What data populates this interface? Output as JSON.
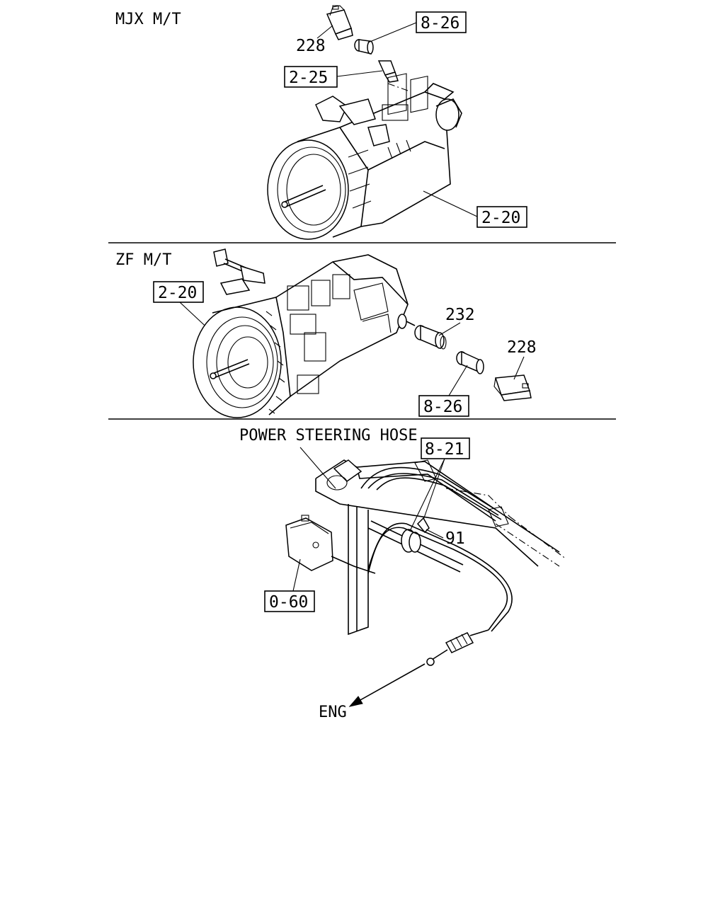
{
  "sections": {
    "mjx": {
      "title": "MJX M/T"
    },
    "zf": {
      "title": "ZF M/T"
    }
  },
  "callouts": {
    "mjx_228": "228",
    "mjx_8_26": "8-26",
    "mjx_2_25": "2-25",
    "mjx_2_20": "2-20",
    "zf_2_20": "2-20",
    "zf_232": "232",
    "zf_228": "228",
    "zf_8_26": "8-26",
    "cable_8_21": "8-21",
    "cable_91": "91",
    "cable_0_60": "0-60"
  },
  "labels": {
    "power_steering_hose": "POWER STEERING HOSE",
    "eng": "ENG"
  }
}
